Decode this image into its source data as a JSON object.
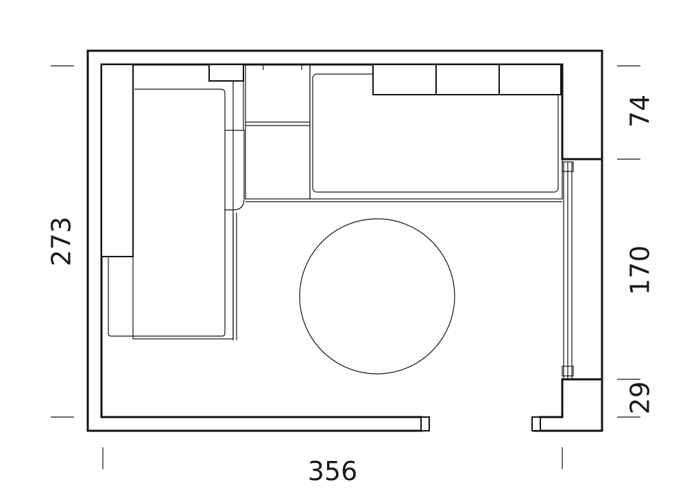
{
  "dimensions": {
    "room_depth": "273",
    "room_width": "356",
    "wall_top_segment": "74",
    "window_segment": "170",
    "wall_bottom_segment": "29"
  }
}
